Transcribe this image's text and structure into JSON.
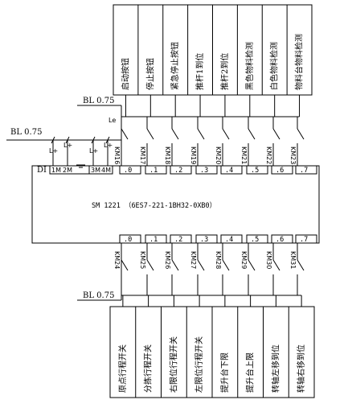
{
  "top_labels": [
    "启动按钮",
    "停止按钮",
    "紧急停止按钮",
    "推杆1到位",
    "推杆2到位",
    "黑色物料检测",
    "白色物料检测",
    "物料台物料检测"
  ],
  "bottom_labels": [
    "原点行程开关",
    "分拣行程开关",
    "右限位行程开关",
    "左限位行程开关",
    "提升台下限",
    "提升台上限",
    "转轴左移到位",
    "转轴右移到位"
  ],
  "top_wire_labels": [
    "BL 0.75",
    "BL 0.75"
  ],
  "bottom_wire_label": "BL 0.75",
  "top_le_label": "Le",
  "plc_model": "SM 1221  （6ES7-221-1BH32-0XB0）",
  "di_label": "DI",
  "di_terminals": [
    "1M",
    "2M",
    "3M",
    "4M"
  ],
  "lplus_labels": [
    "L+",
    "L+",
    "L+",
    "L+"
  ],
  "top_ports": [
    ".0",
    ".1",
    ".2",
    ".3",
    ".4",
    ".5",
    ".6",
    ".7"
  ],
  "bottom_ports": [
    ".0",
    ".1",
    ".2",
    ".3",
    ".4",
    ".5",
    ".6",
    ".7"
  ],
  "top_km": [
    "KM16",
    "KM17",
    "KM18",
    "KM19",
    "KM20",
    "KM21",
    "KM22",
    "KM23"
  ],
  "bottom_km": [
    "KM24",
    "KM25",
    "KM26",
    "KM27",
    "KM28",
    "KM29",
    "KM30",
    "KM31"
  ]
}
